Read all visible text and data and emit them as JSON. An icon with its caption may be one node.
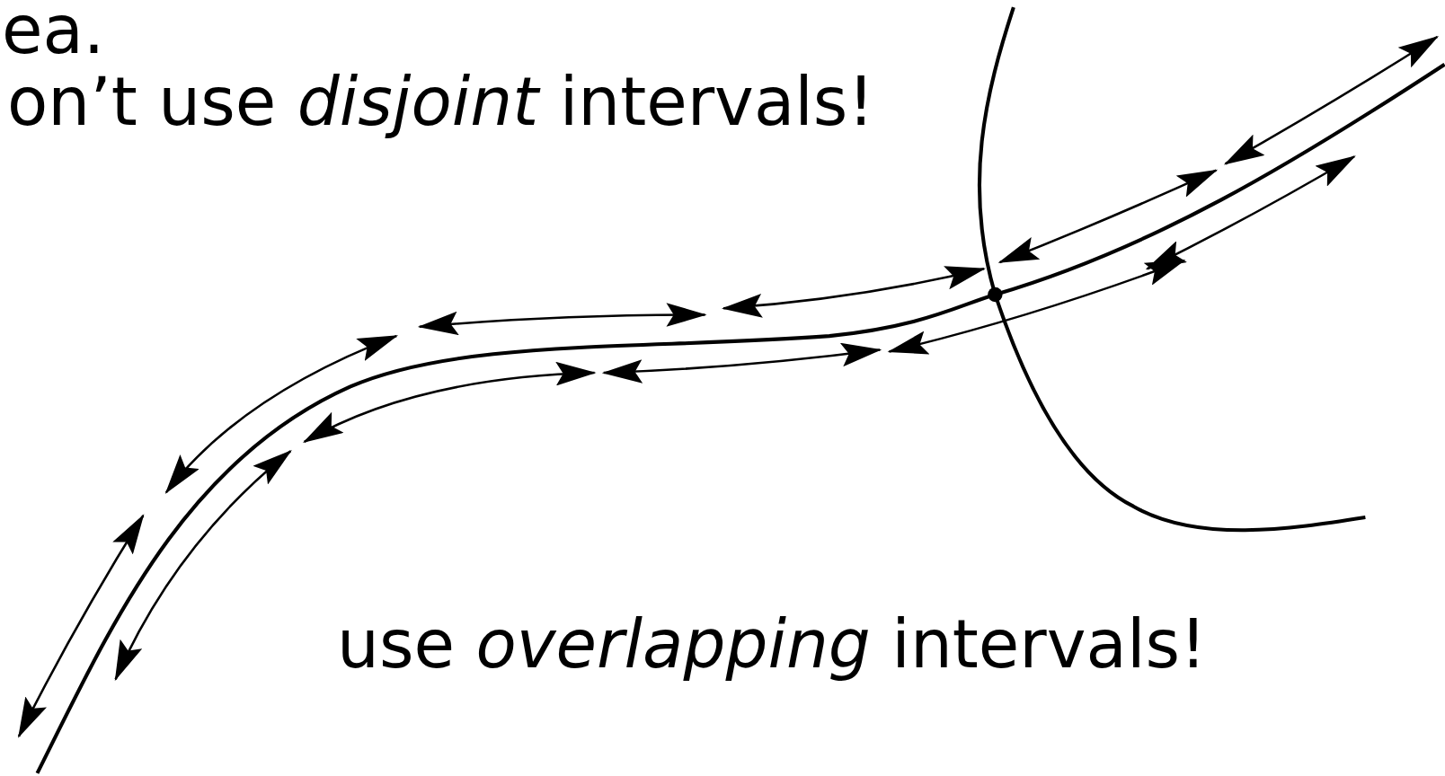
{
  "diagram": {
    "labels": [
      "ea.",
      "on’t use *disjoint* intervals!",
      "use *overlapping* intervals!"
    ]
  }
}
